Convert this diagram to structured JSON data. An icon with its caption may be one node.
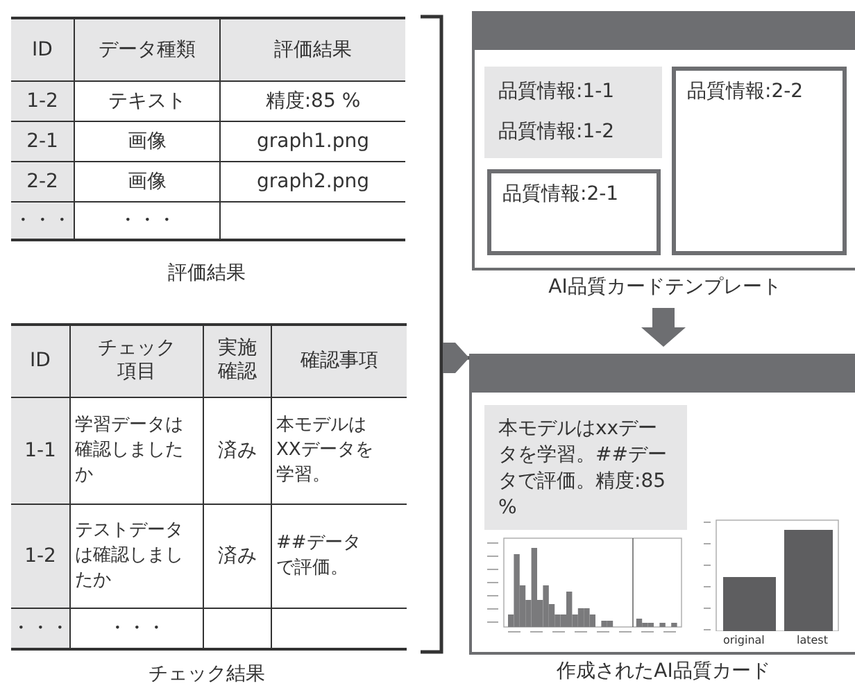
{
  "diagram": {
    "nodes": [
      {
        "text": [
          "評価結果"
        ]
      },
      {
        "text": [
          "チェック結果"
        ]
      },
      {
        "text": [
          "AI品質カードテンプレート"
        ]
      },
      {
        "text": [
          "品質情報:1-1",
          "品質情報:1-2"
        ],
        "in": 2
      },
      {
        "text": [
          "品質情報:2-1"
        ],
        "in": 2
      },
      {
        "text": [
          "品質情報:2-2"
        ],
        "in": 2
      },
      {
        "text": [
          "作成されたAI品質カード"
        ]
      },
      {
        "text": [
          "本モデルはxxデータを学習。##データで評価。精度:85 %"
        ],
        "in": 6
      }
    ],
    "edges": [
      {
        "from": 0,
        "to": 6,
        "arrow": "to"
      },
      {
        "from": 1,
        "to": 6,
        "arrow": "to"
      },
      {
        "from": 2,
        "to": 6,
        "arrow": "to"
      }
    ],
    "labels": [
      "ID",
      "データ種類",
      "評価結果",
      "1-2",
      "テキスト",
      "精度:85 %",
      "2-1",
      "画像",
      "graph1.png",
      "2-2",
      "画像",
      "graph2.png",
      "・・・",
      "・・・",
      "ID",
      "チェック項目",
      "実施確認",
      "確認事項",
      "1-1",
      "学習データは確認しましたか",
      "済み",
      "本モデルはXXデータを学習。",
      "1-2",
      "テストデータは確認しましたか",
      "済み",
      "##データで評価。",
      "・・・",
      "・・・",
      "original",
      "latest"
    ]
  }
}
